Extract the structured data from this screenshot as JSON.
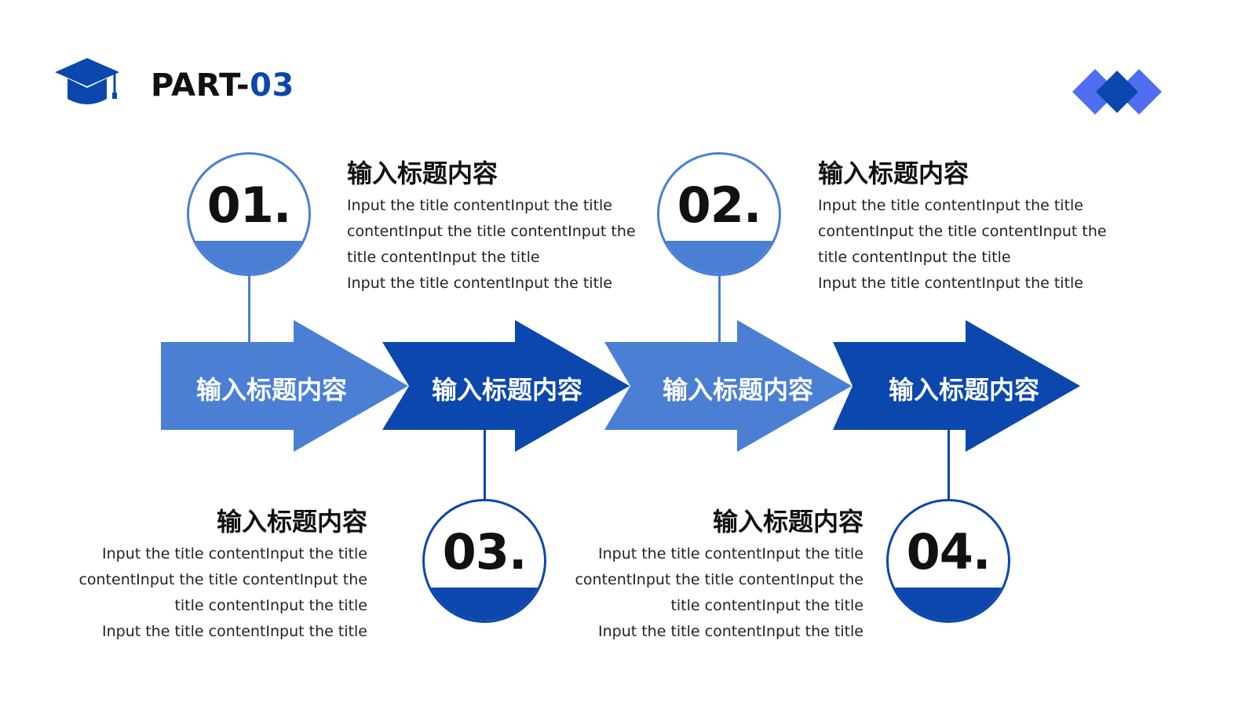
{
  "header": {
    "title_prefix": "PART-",
    "title_number": "03",
    "logo_icon": "graduation-cap-icon",
    "corner_icon": "diamond-cluster-icon"
  },
  "colors": {
    "light_blue": "#4a7fd4",
    "dark_blue": "#0b47ad",
    "diamond_light": "#4e6df0"
  },
  "arrows": [
    {
      "label": "输入标题内容"
    },
    {
      "label": "输入标题内容"
    },
    {
      "label": "输入标题内容"
    },
    {
      "label": "输入标题内容"
    }
  ],
  "steps": [
    {
      "number": "01.",
      "title": "输入标题内容",
      "body": [
        "Input the title contentInput the title",
        "contentInput the title contentInput the",
        "title contentInput the title",
        "Input the title contentInput the title"
      ]
    },
    {
      "number": "02.",
      "title": "输入标题内容",
      "body": [
        "Input the title contentInput the title",
        "contentInput the title contentInput the",
        "title contentInput the title",
        "Input the title contentInput the title"
      ]
    },
    {
      "number": "03.",
      "title": "输入标题内容",
      "body": [
        "Input the title contentInput the title",
        "contentInput the title contentInput the",
        "title contentInput the title",
        "Input the title contentInput the title"
      ]
    },
    {
      "number": "04.",
      "title": "输入标题内容",
      "body": [
        "Input the title contentInput the title",
        "contentInput the title contentInput the",
        "title contentInput the title",
        "Input the title contentInput the title"
      ]
    }
  ]
}
